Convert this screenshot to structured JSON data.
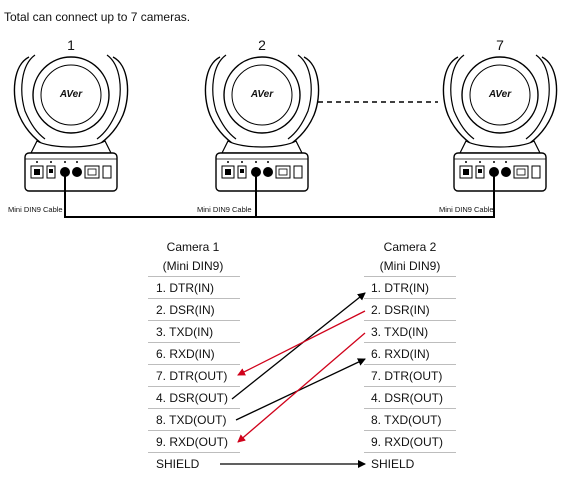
{
  "intro": "Total can connect up to 7 cameras.",
  "cameras": [
    {
      "number": "1",
      "logo": "AVer",
      "cable_label": "Mini DIN9 Cable"
    },
    {
      "number": "2",
      "logo": "AVer",
      "cable_label": "Mini DIN9 Cable"
    },
    {
      "number": "7",
      "logo": "AVer",
      "cable_label": "Mini DIN9 Cable"
    }
  ],
  "camera1": {
    "title": "Camera 1",
    "subtitle": "(Mini DIN9)",
    "pins": [
      "1. DTR(IN)",
      "2. DSR(IN)",
      "3. TXD(IN)",
      "6. RXD(IN)",
      "7. DTR(OUT)",
      "4. DSR(OUT)",
      "8. TXD(OUT)",
      "9. RXD(OUT)",
      "SHIELD"
    ]
  },
  "camera2": {
    "title": "Camera 2",
    "subtitle": "(Mini DIN9)",
    "pins": [
      "1. DTR(IN)",
      "2. DSR(IN)",
      "3. TXD(IN)",
      "6. RXD(IN)",
      "7. DTR(OUT)",
      "4. DSR(OUT)",
      "8. TXD(OUT)",
      "9. RXD(OUT)",
      "SHIELD"
    ]
  },
  "colors": {
    "black_wire": "#000000",
    "red_wire": "#d0021b",
    "rule": "#bdbdbd"
  }
}
